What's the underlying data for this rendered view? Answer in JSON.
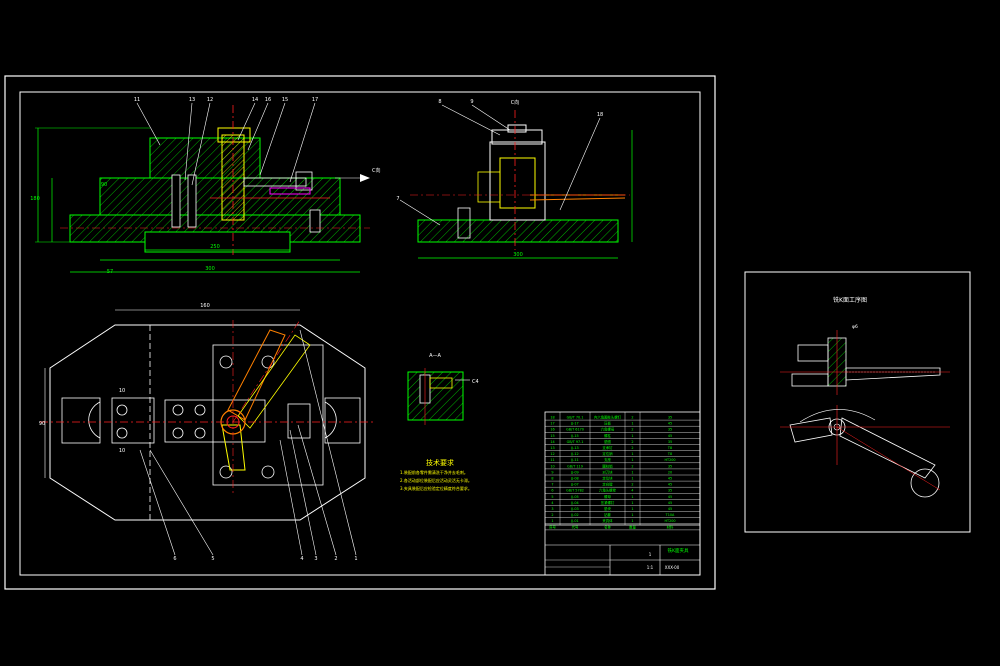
{
  "colors": {
    "background": "#000000",
    "border": "#ffffff",
    "green": "#00ff00",
    "red": "#ff2020",
    "yellow": "#ffff00",
    "magenta": "#ff00ff",
    "cyan": "#00ffff",
    "orange": "#ff8000",
    "white": "#ffffff"
  },
  "front_view": {
    "dims": {
      "overall_width": "300",
      "base_width": "250",
      "left_offset": "57",
      "total_height": "180",
      "height_2": "90"
    },
    "callouts": [
      "11",
      "13",
      "12",
      "14",
      "16",
      "15",
      "17"
    ],
    "view_tag": "C向"
  },
  "side_view": {
    "callouts": [
      "8",
      "9",
      "18",
      "7"
    ],
    "view_tag": "C向",
    "dims": {
      "width": "300"
    }
  },
  "top_view": {
    "dims": {
      "top_width": "160",
      "left_height": "90",
      "left_a": "10",
      "left_b": "10"
    },
    "callouts_bottom": [
      "6",
      "5",
      "4",
      "3",
      "2",
      "1"
    ]
  },
  "section_view": {
    "title": "A—A",
    "tag": "C4"
  },
  "tech_requirements": {
    "title": "技术要求",
    "lines": [
      "1.装配前各零件需清洗干净并去毛刺。",
      "2.各活动部位装配后应活动灵活无卡滞。",
      "3.夹具装配后应检验定位精度符合要求。"
    ]
  },
  "title_block": {
    "drawing_name": "铣K面夹具",
    "drawing_no": "XXX-00",
    "scale": "1:1",
    "sheet": "1",
    "parts": [
      [
        "18",
        "GB/T 70.1",
        "内六角圆柱头螺钉",
        "2",
        "35"
      ],
      [
        "17",
        "JJ-17",
        "压板",
        "1",
        "45"
      ],
      [
        "16",
        "GB/T 6170",
        "六角螺母",
        "2",
        "35"
      ],
      [
        "15",
        "JJ-15",
        "螺柱",
        "1",
        "45"
      ],
      [
        "14",
        "GB/T 97.1",
        "垫圈",
        "2",
        "35"
      ],
      [
        "13",
        "JJ-13",
        "支承钉",
        "2",
        "T8"
      ],
      [
        "12",
        "JJ-12",
        "定位销",
        "1",
        "T8"
      ],
      [
        "11",
        "JJ-11",
        "支座",
        "1",
        "HT200"
      ],
      [
        "10",
        "GB/T 119",
        "圆柱销",
        "2",
        "35"
      ],
      [
        "9",
        "JJ-09",
        "对刀块",
        "1",
        "20"
      ],
      [
        "8",
        "JJ-08",
        "定位块",
        "1",
        "45"
      ],
      [
        "7",
        "JJ-07",
        "定向键",
        "2",
        "45"
      ],
      [
        "6",
        "GB/T 5782",
        "六角头螺栓",
        "4",
        "35"
      ],
      [
        "5",
        "JJ-05",
        "螺母",
        "1",
        "45"
      ],
      [
        "4",
        "JJ-04",
        "压紧螺钉",
        "1",
        "45"
      ],
      [
        "3",
        "JJ-03",
        "垫块",
        "1",
        "45"
      ],
      [
        "2",
        "JJ-02",
        "钻套",
        "1",
        "T10A"
      ],
      [
        "1",
        "JJ-01",
        "夹具体",
        "1",
        "HT200"
      ]
    ],
    "header": [
      "序号",
      "代号",
      "名称",
      "数量",
      "材料"
    ]
  },
  "detail_panel": {
    "title": "铣K面工序图",
    "dim": "φ6"
  }
}
